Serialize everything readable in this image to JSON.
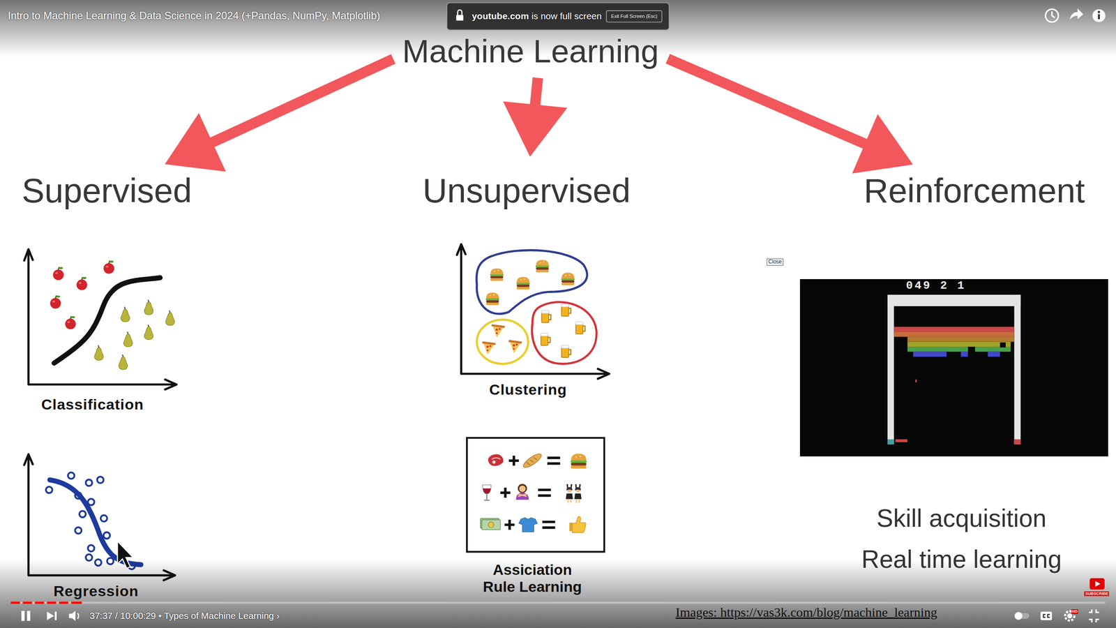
{
  "diagram": {
    "title": "Intro to Machine Learning & Data Science in 2024 (+Pandas, NumPy, Matplotlib)",
    "nodes": [
      {
        "text": [
          "Machine Learning"
        ]
      },
      {
        "text": [
          "Supervised"
        ]
      },
      {
        "text": [
          "Unsupervised"
        ]
      },
      {
        "text": [
          "Reinforcement"
        ]
      }
    ],
    "edges": [
      {
        "from": 0,
        "to": 1,
        "arrow": "to"
      },
      {
        "from": 0,
        "to": 2,
        "arrow": "to"
      },
      {
        "from": 0,
        "to": 3,
        "arrow": "to"
      }
    ],
    "labels": [
      "Classification",
      "Regression",
      "Clustering",
      "Assiciation Rule Learning",
      "Skill acquisition",
      "Real time learning",
      "049 2 1",
      "Images: https://vas3k.com/blog/machine_learning",
      "Close",
      "youtube.com",
      "is now full screen",
      "Exit Full Screen (Esc)",
      "37:37 / 10:00:29 • Types of Machine Learning ›",
      "HD",
      "SUBSCRIBE"
    ]
  }
}
